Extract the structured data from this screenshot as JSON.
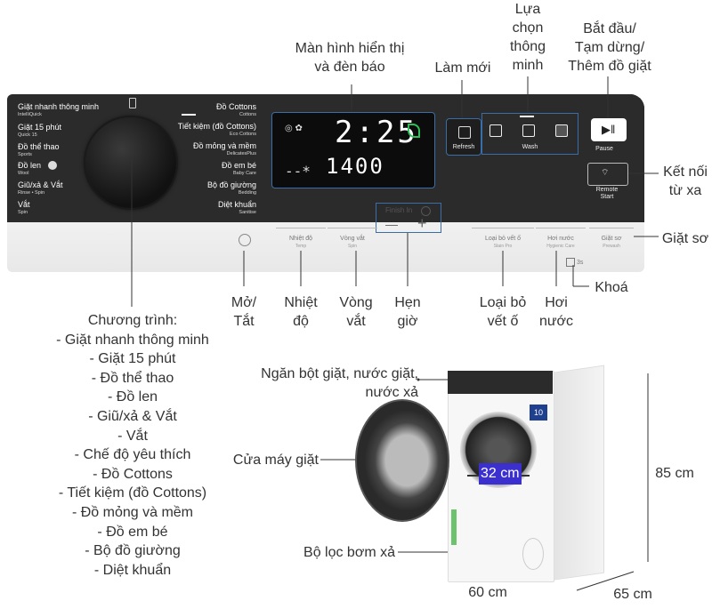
{
  "panel": {
    "programs_left": [
      {
        "label": "Giặt nhanh thông minh",
        "sub": "IntelliQuick"
      },
      {
        "label": "Giặt 15 phút",
        "sub": "Quick 15"
      },
      {
        "label": "Đồ thể thao",
        "sub": "Sports"
      },
      {
        "label": "Đồ len",
        "sub": "Wool"
      },
      {
        "label": "Giũ/xả & Vắt",
        "sub": "Rinse • Spin"
      },
      {
        "label": "Vắt",
        "sub": "Spin"
      }
    ],
    "programs_right": [
      {
        "label": "Đồ Cottons",
        "sub": "Cottons"
      },
      {
        "label": "Tiết kiệm (đồ Cottons)",
        "sub": "Eco Cottons"
      },
      {
        "label": "Đồ mỏng và mềm",
        "sub": "DelicatesPlus"
      },
      {
        "label": "Đồ em bé",
        "sub": "Baby Care"
      },
      {
        "label": "Bộ đồ giường",
        "sub": "Bedding"
      },
      {
        "label": "Diệt khuẩn",
        "sub": "Sanitise"
      }
    ],
    "display_time": "2:25",
    "display_spin": "1400",
    "refresh_label": "Refresh",
    "wash_label": "Wash",
    "pause_label": "Pause",
    "remote_label": "Remote",
    "remote_label2": "Start",
    "finish_in_label": "Finish In",
    "temp_label": "Nhiệt độ",
    "temp_sub": "Temp",
    "spin_label": "Vòng vắt",
    "spin_sub": "Spin",
    "stain_label": "Loại bỏ vết ố",
    "stain_sub": "Stain Pro",
    "hygienic_label": "Hơi nước",
    "hygienic_sub": "Hygienic Care",
    "prewash_label": "Giặt sơ",
    "prewash_sub": "Prewash",
    "lock_time": "3s",
    "minus": "—",
    "plus": "+"
  },
  "callouts": {
    "screen": "Màn hình hiển thị\nvà đèn báo",
    "refresh": "Làm mới",
    "wash_select": "Lựa\nchọn\nthông\nminh",
    "start": "Bắt đầu/\nTạm dừng/\nThêm đồ giặt",
    "remote": "Kết nối\ntừ xa",
    "prewash": "Giặt sơ",
    "lock": "Khoá",
    "power": "Mở/\nTắt",
    "temp": "Nhiệt\nđộ",
    "spin": "Vòng\nvắt",
    "timer": "Hẹn\ngiờ",
    "stain": "Loại bỏ\nvết ố",
    "steam": "Hơi\nnước",
    "detergent": "Ngăn bột giặt, nước giặt,\nnước xả",
    "door": "Cửa máy giặt",
    "filter": "Bộ lọc bơm xả"
  },
  "programs_title": "Chương trình:",
  "programs": [
    "- Giặt nhanh thông minh",
    "- Giặt 15 phút",
    "- Đồ thể thao",
    "- Đồ len",
    "- Giũ/xả & Vắt",
    "- Vắt",
    "- Chế độ yêu thích",
    "- Đồ Cottons",
    "- Tiết kiệm (đồ Cottons)",
    "- Đồ mỏng và mềm",
    "- Đồ em bé",
    "- Bộ đồ giường",
    "- Diệt khuẩn"
  ],
  "dimensions": {
    "height": "85 cm",
    "width": "60 cm",
    "depth": "65 cm",
    "drum": "32 cm"
  },
  "machine": {
    "badge": "10"
  },
  "colors": {
    "panel_dark": "#2b2b2b",
    "screen": "#0c0c0c",
    "green_leaf": "#2fbf5a",
    "line_blue": "#3a6ea8",
    "drum_highlight": "#3b2fd0"
  }
}
